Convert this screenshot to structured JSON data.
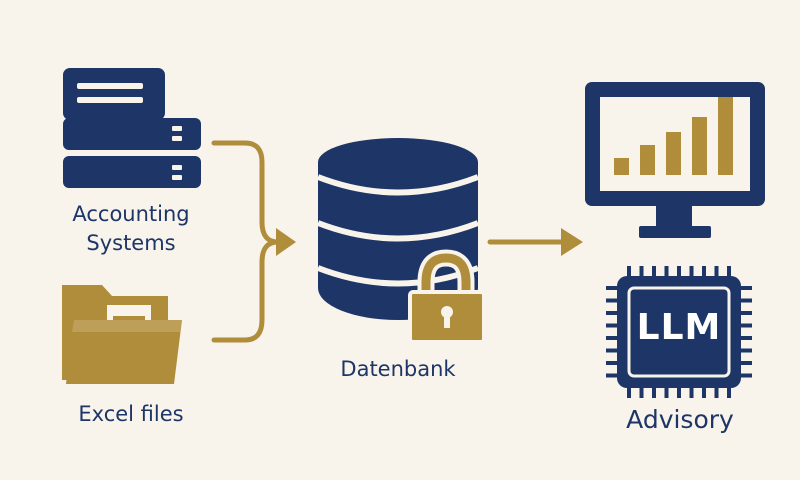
{
  "colors": {
    "background": "#f8f3eb",
    "navy": "#1d3567",
    "gold": "#b08d3a"
  },
  "sources": {
    "accounting": {
      "label_line1": "Accounting",
      "label_line2": "Systems",
      "icon": "server-stack-icon"
    },
    "excel": {
      "label": "Excel files",
      "icon": "folder-document-icon"
    }
  },
  "database": {
    "label": "Datenbank",
    "icon": "database-icon",
    "lock_icon": "padlock-icon"
  },
  "outputs": {
    "dashboard": {
      "icon": "monitor-bar-chart-icon",
      "bar_levels": [
        0.17,
        0.3,
        0.43,
        0.58,
        0.78
      ]
    },
    "llm": {
      "chip_text": "LLM",
      "label": "Advisory",
      "icon": "processor-chip-icon"
    }
  }
}
